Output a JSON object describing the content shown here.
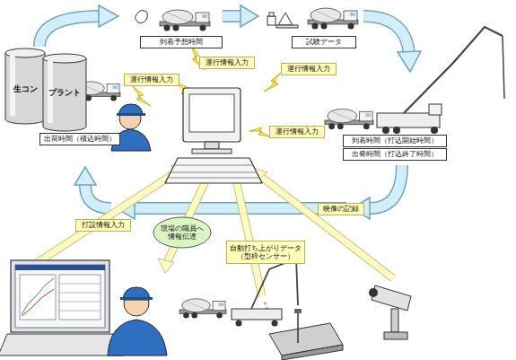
{
  "diagram": {
    "nodes": [
      {
        "text": [
          "生コン",
          "プラント"
        ]
      },
      {
        "text": [
          "出荷時間（積込時間）"
        ]
      },
      {
        "text": [
          "到着予想時間"
        ]
      },
      {
        "text": [
          "試験データ"
        ]
      },
      {
        "text": [
          "到着時間（打込開始時間）"
        ]
      },
      {
        "text": [
          "出発時間（打込終了時間）"
        ]
      },
      {
        "text": [
          "運行情報入力"
        ]
      },
      {
        "text": [
          "運行情報入力"
        ]
      },
      {
        "text": [
          "運行情報入力"
        ]
      },
      {
        "text": [
          "運行情報入力"
        ]
      },
      {
        "text": [
          "打設情報入力"
        ]
      },
      {
        "text": [
          "現場の職員へ情報伝達"
        ]
      },
      {
        "text": [
          "自動打ち上がりデータ（型枠センサー）"
        ]
      },
      {
        "text": [
          "映像の記録"
        ]
      }
    ]
  }
}
